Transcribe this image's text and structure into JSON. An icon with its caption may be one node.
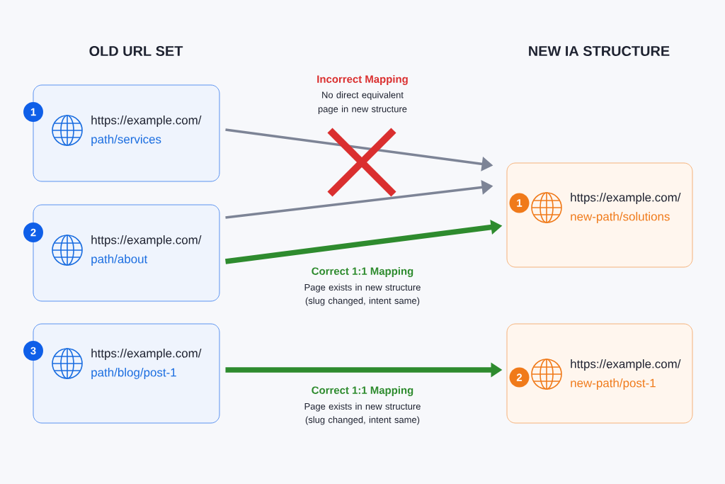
{
  "diagram": {
    "nodes": [
      {
        "text": [
          "https://example.com/",
          "path/services"
        ]
      },
      {
        "text": [
          "1"
        ]
      },
      {
        "text": [
          "https://example.com/",
          "path/about"
        ]
      },
      {
        "text": [
          "2"
        ]
      },
      {
        "text": [
          "https://example.com/",
          "path/blog/post-1"
        ]
      },
      {
        "text": [
          "3"
        ]
      },
      {
        "text": [
          "https://example.com/",
          "new-path/solutions"
        ]
      },
      {
        "text": [
          "1"
        ],
        "in": 6
      },
      {
        "text": [
          "https://example.com/",
          "new-path/post-1"
        ]
      },
      {
        "text": [
          "2"
        ],
        "in": 8
      }
    ],
    "edges": [
      {
        "from": 0,
        "to": 6,
        "arrow": "to",
        "color": "#7d8496"
      },
      {
        "from": 2,
        "to": 6,
        "arrow": "to",
        "color": "#7d8496"
      },
      {
        "from": 2,
        "to": 6,
        "arrow": "to",
        "style": "thick",
        "color": "#2e8b2e"
      },
      {
        "from": 4,
        "to": 8,
        "arrow": "to",
        "style": "thick",
        "color": "#2e8b2e"
      }
    ],
    "labels": [
      "OLD URL SET",
      "NEW IA STRUCTURE",
      "Incorrect Mapping",
      "No direct equivalent page in new structure",
      "Correct 1:1 Mapping",
      "Page exists in new structure (slug changed, intent same)",
      "Correct 1:1 Mapping",
      "Page exists in new structure (slug changed, intent same)"
    ]
  }
}
